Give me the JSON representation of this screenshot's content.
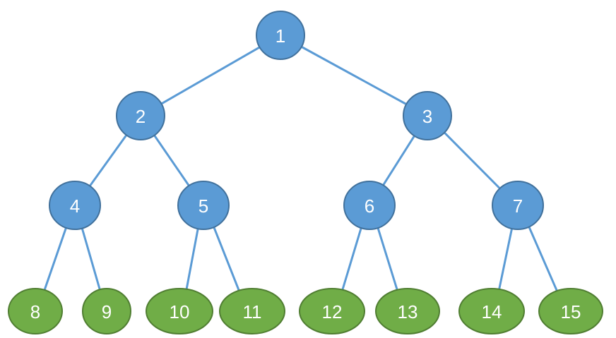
{
  "colors": {
    "internal_fill": "#5b9bd5",
    "leaf_fill": "#70ad47"
  },
  "nodes": [
    {
      "label": "1",
      "kind": "internal"
    },
    {
      "label": "2",
      "kind": "internal"
    },
    {
      "label": "3",
      "kind": "internal"
    },
    {
      "label": "4",
      "kind": "internal"
    },
    {
      "label": "5",
      "kind": "internal"
    },
    {
      "label": "6",
      "kind": "internal"
    },
    {
      "label": "7",
      "kind": "internal"
    },
    {
      "label": "8",
      "kind": "leaf"
    },
    {
      "label": "9",
      "kind": "leaf"
    },
    {
      "label": "10",
      "kind": "leaf"
    },
    {
      "label": "11",
      "kind": "leaf"
    },
    {
      "label": "12",
      "kind": "leaf"
    },
    {
      "label": "13",
      "kind": "leaf"
    },
    {
      "label": "14",
      "kind": "leaf"
    },
    {
      "label": "15",
      "kind": "leaf"
    }
  ],
  "edges": [
    [
      "1",
      "2"
    ],
    [
      "1",
      "3"
    ],
    [
      "2",
      "4"
    ],
    [
      "2",
      "5"
    ],
    [
      "3",
      "6"
    ],
    [
      "3",
      "7"
    ],
    [
      "4",
      "8"
    ],
    [
      "4",
      "9"
    ],
    [
      "5",
      "10"
    ],
    [
      "5",
      "11"
    ],
    [
      "6",
      "12"
    ],
    [
      "6",
      "13"
    ],
    [
      "7",
      "14"
    ],
    [
      "7",
      "15"
    ]
  ]
}
